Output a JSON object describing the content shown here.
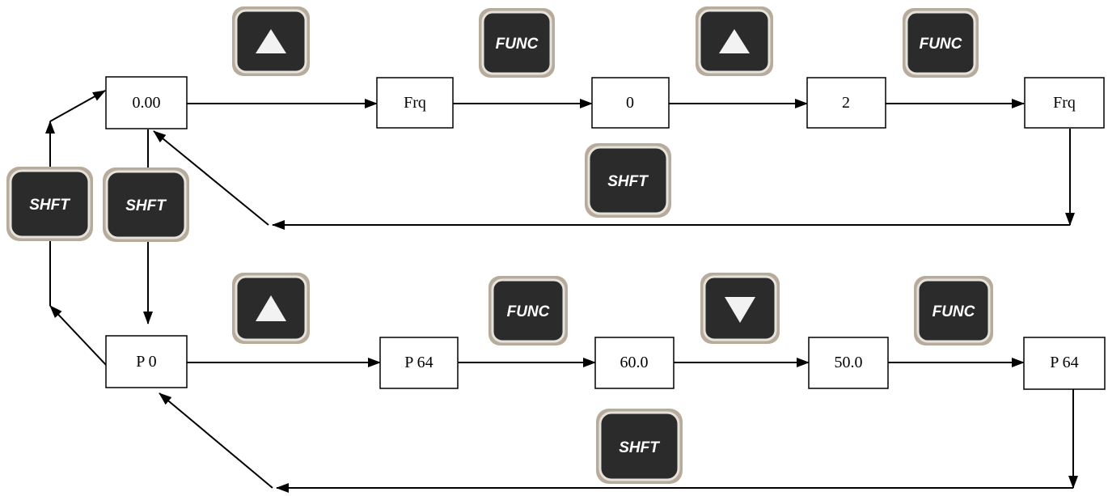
{
  "diagram": {
    "boxes": {
      "display_000": "0.00",
      "frq_1": "Frq",
      "zero": "0",
      "two": "2",
      "frq_2": "Frq",
      "p0": "P 0",
      "p64_1": "P 64",
      "val_600": "60.0",
      "val_500": "50.0",
      "p64_2": "P 64"
    },
    "keys": {
      "shft_left": "SHFT",
      "shft_center": "SHFT",
      "shft_top_loop": "SHFT",
      "shft_bottom_loop": "SHFT",
      "func_top_1": "FUNC",
      "func_top_2": "FUNC",
      "func_bottom_1": "FUNC",
      "func_bottom_2": "FUNC"
    },
    "colors": {
      "key_body": "#2b2b2b",
      "key_border": "#d4d0c8",
      "key_outer": "#a89c8c",
      "line": "#000000"
    },
    "icons": [
      "up-arrow-key",
      "down-arrow-key",
      "func-key",
      "shft-key"
    ]
  }
}
